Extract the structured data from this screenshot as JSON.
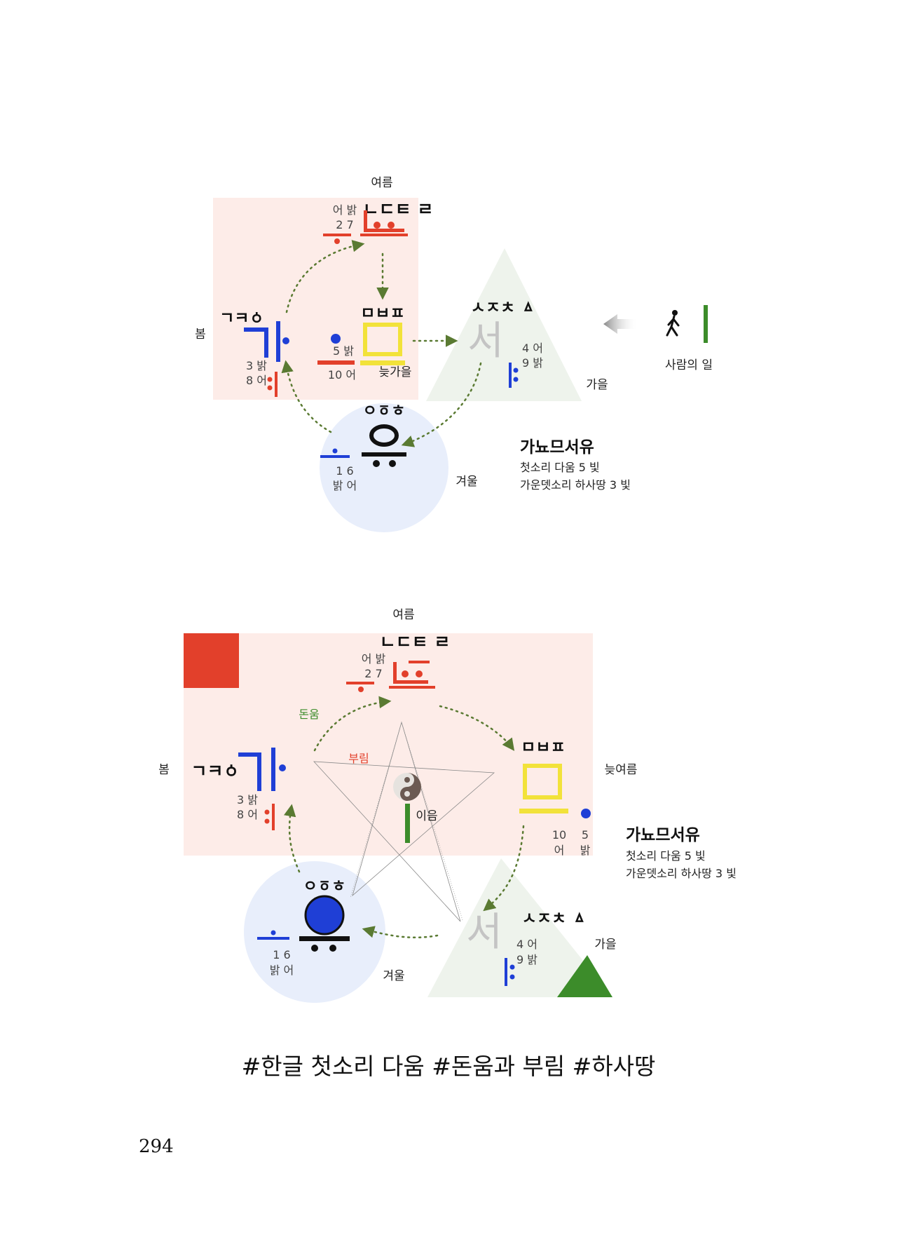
{
  "diagram1": {
    "season_summer": "여름",
    "season_spring": "봄",
    "season_autumn": "가을",
    "season_winter": "겨울",
    "late_autumn": "늦가을",
    "summer_consonants": "ㄴㄷㅌ ㄹ",
    "summer_syllable": "뇨",
    "summer_num_labels": "어 밝",
    "summer_nums": "2 7",
    "spring_consonants": "ㄱㅋㆁ",
    "spring_syllable": "가",
    "spring_num_1": "3 밝",
    "spring_num_2": "8 어",
    "center_consonants": "ㅁㅂㅍ",
    "center_syllable": "ㅁ",
    "center_num_1": "5 밝",
    "center_num_2": "10 어",
    "autumn_consonants": "ㅅㅈㅊ ㅿ",
    "autumn_syllable": "서",
    "autumn_num_1": "4 어",
    "autumn_num_2": "9 밝",
    "winter_consonants": "ㅇㆆㅎ",
    "winter_syllable": "유",
    "winter_nums": "1 6",
    "winter_num_labels": "밝 어",
    "human_label": "사람의 일",
    "title": "가뇨므서유",
    "line1": "첫소리 다움 5 빛",
    "line2": "가운뎃소리 하사땅 3 빛"
  },
  "diagram2": {
    "season_summer": "여름",
    "season_spring": "봄",
    "season_autumn": "가을",
    "season_winter": "겨울",
    "late_summer": "늦여름",
    "donum": "돈움",
    "burim": "부림",
    "ieum": "이음",
    "summer_consonants": "ㄴㄷㅌ ㄹ",
    "summer_syllable": "뇨",
    "summer_num_labels": "어 밝",
    "summer_nums": "2 7",
    "spring_consonants": "ㄱㅋㆁ",
    "spring_syllable": "가",
    "spring_num_1": "3 밝",
    "spring_num_2": "8 어",
    "late_summer_consonants": "ㅁㅂㅍ",
    "late_summer_syllable": "ㅁ",
    "late_summer_nums_a": "10",
    "late_summer_nums_b": "5",
    "late_summer_labels_a": "어",
    "late_summer_labels_b": "밝",
    "autumn_consonants": "ㅅㅈㅊ ㅿ",
    "autumn_syllable": "서",
    "autumn_num_1": "4 어",
    "autumn_num_2": "9 밝",
    "winter_consonants": "ㅇㆆㅎ",
    "winter_syllable": "유",
    "winter_nums": "1 6",
    "winter_num_labels": "밝 어",
    "title": "가뇨므서유",
    "line1": "첫소리 다움 5 빛",
    "line2": "가운뎃소리 하사땅 3 빛"
  },
  "caption": "#한글 첫소리 다움 #돈움과 부림 #하사땅",
  "page_number": "294",
  "colors": {
    "red": "#e2402b",
    "blue": "#1f3fd6",
    "yellow": "#f2e23a",
    "green": "#3c8c2a",
    "pink_bg": "#fdece8",
    "blue_bg": "#e8eefb",
    "green_bg": "#eef3ec",
    "arrow": "#5a7a32"
  }
}
